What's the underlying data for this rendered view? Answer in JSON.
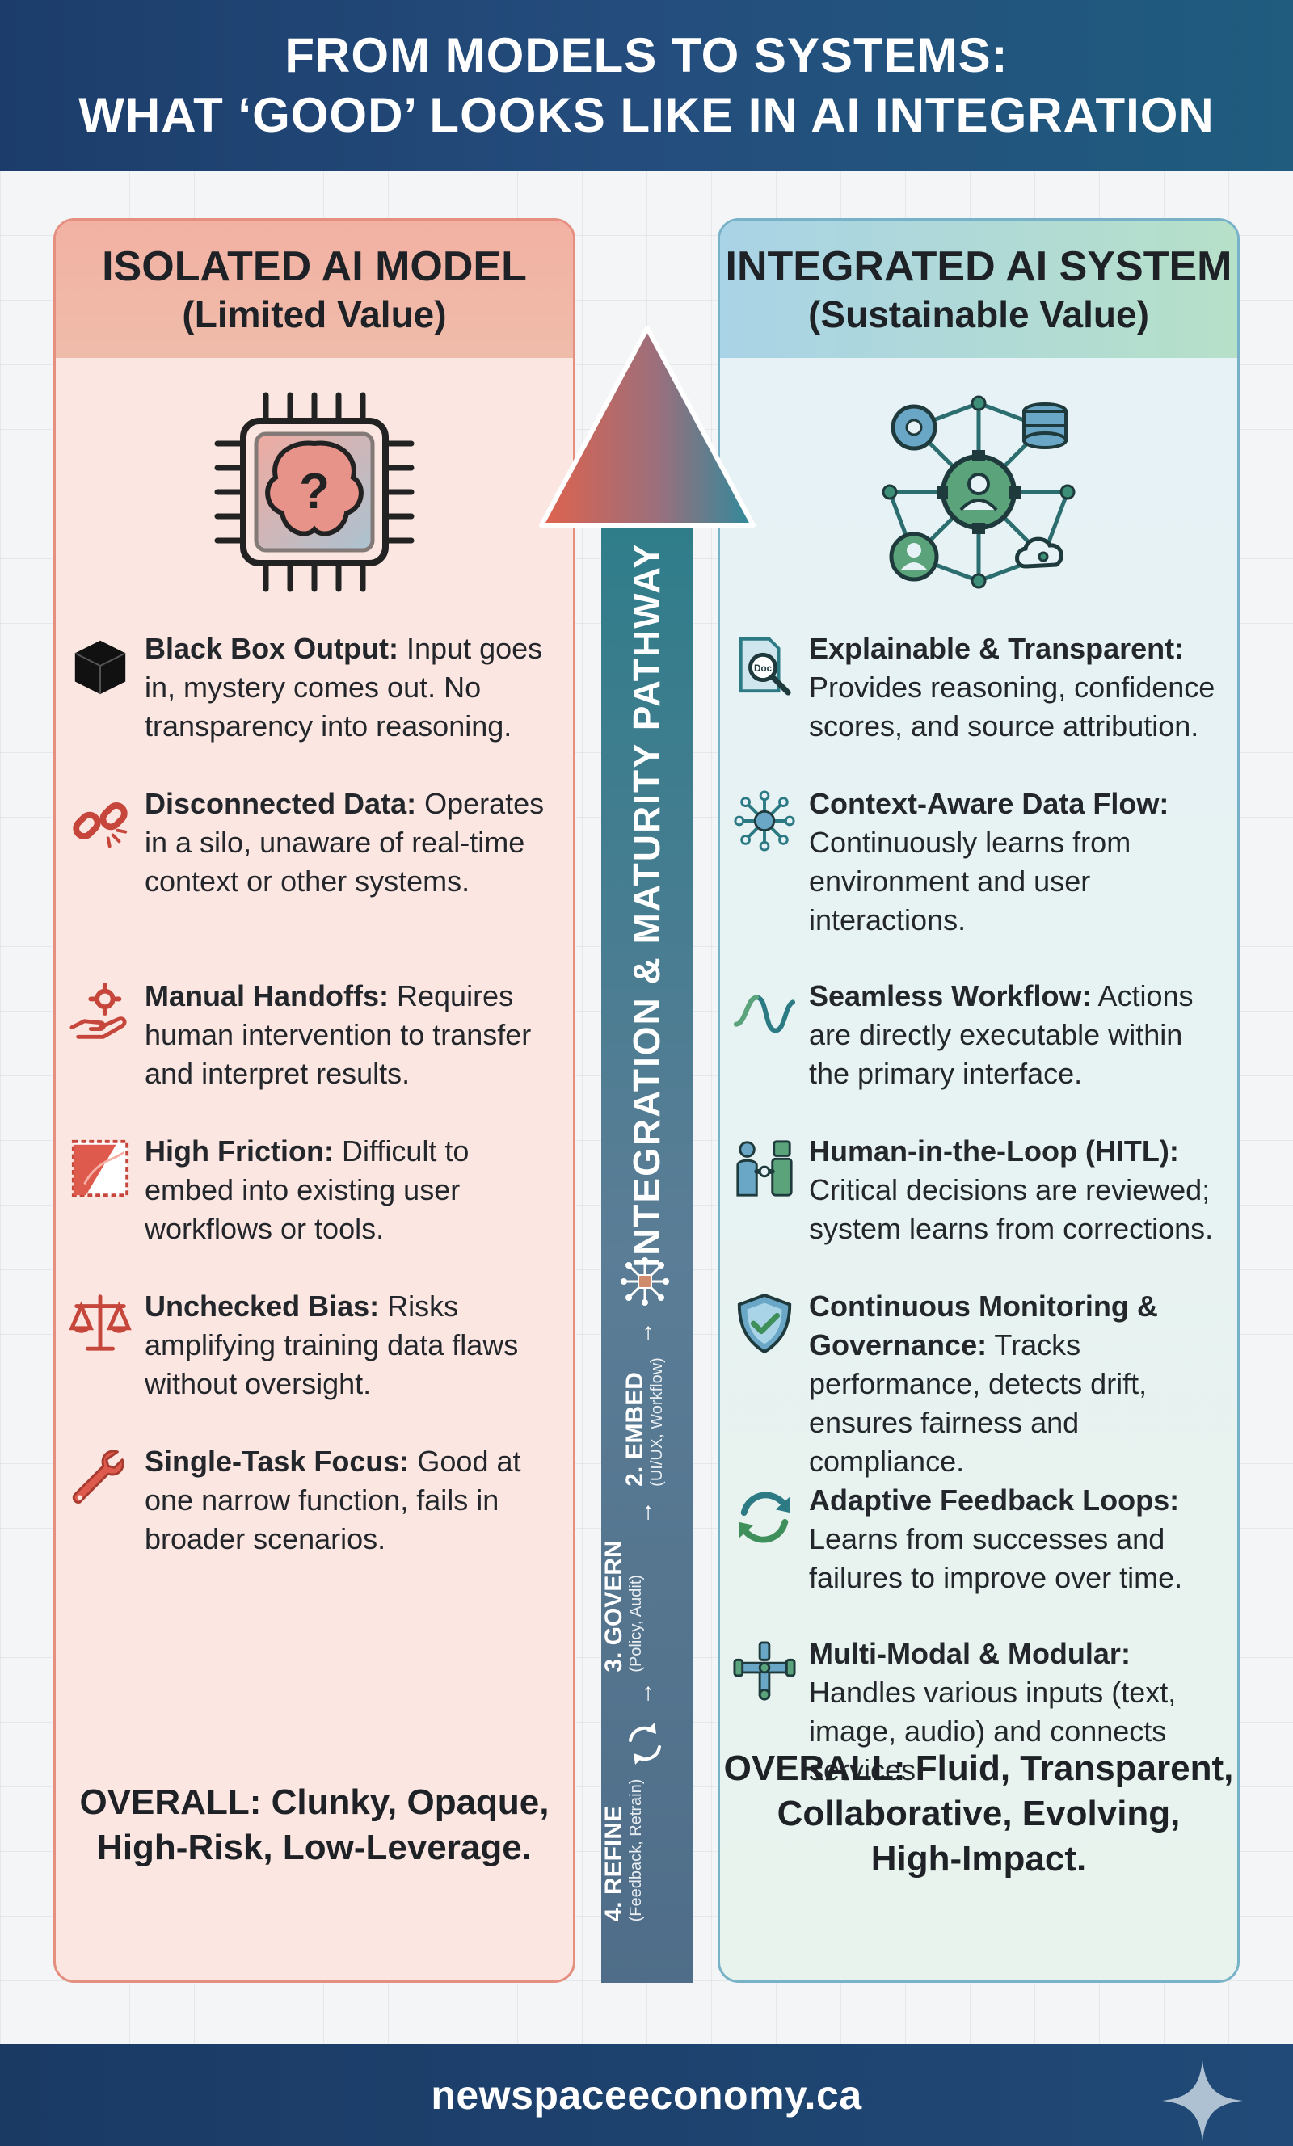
{
  "header": {
    "line1": "FROM MODELS TO SYSTEMS:",
    "line2": "WHAT ‘GOOD’ LOOKS LIKE IN AI INTEGRATION"
  },
  "left": {
    "title": "ISOLATED AI MODEL",
    "subtitle": "(Limited Value)",
    "hero_icon": "chip-brain-question-icon",
    "items": [
      {
        "icon": "black-box-icon",
        "title": "Black Box Output:",
        "text": " Input goes in, mystery comes out. No transparency into reasoning."
      },
      {
        "icon": "broken-link-icon",
        "title": "Disconnected Data:",
        "text": " Operates in a silo, unaware of real-time context or other systems."
      },
      {
        "icon": "hand-gear-icon",
        "title": "Manual Handoffs:",
        "text": " Requires human intervention to transfer and interpret results."
      },
      {
        "icon": "friction-pattern-icon",
        "title": "High Friction:",
        "text": " Difficult to embed into existing user workflows or tools."
      },
      {
        "icon": "scales-icon",
        "title": "Unchecked Bias:",
        "text": " Risks amplifying training data flaws without oversight."
      },
      {
        "icon": "wrench-icon",
        "title": "Single-Task Focus:",
        "text": " Good at one narrow function, fails in broader scenarios."
      }
    ],
    "overall_line1": "OVERALL: Clunky, Opaque,",
    "overall_line2": "High-Risk, Low-Leverage."
  },
  "right": {
    "title": "INTEGRATED AI SYSTEM",
    "subtitle": "(Sustainable Value)",
    "hero_icon": "connected-system-network-icon",
    "items": [
      {
        "icon": "document-magnifier-icon",
        "title": "Explainable & Transparent:",
        "text": " Provides reasoning, confidence scores, and source attribution."
      },
      {
        "icon": "network-node-icon",
        "title": "Context-Aware Data Flow:",
        "text": " Continuously learns from environment and user interactions."
      },
      {
        "icon": "wave-flow-icon",
        "title": "Seamless Workflow:",
        "text": " Actions are directly executable within the primary interface."
      },
      {
        "icon": "human-robot-handshake-icon",
        "title": "Human-in-the-Loop (HITL):",
        "text": " Critical decisions are reviewed; system learns from corrections."
      },
      {
        "icon": "shield-check-icon",
        "title": "Continuous Monitoring & Governance:",
        "text": " Tracks performance, detects drift, ensures fairness and compliance."
      },
      {
        "icon": "refresh-cycle-icon",
        "title": "Adaptive Feedback Loops:",
        "text": " Learns from successes and failures to improve over time."
      },
      {
        "icon": "modular-connector-icon",
        "title": "Multi-Modal & Modular:",
        "text": " Handles various inputs (text, image, audio) and connects services."
      }
    ],
    "overall_line1": "OVERALL: Fluid, Transparent,",
    "overall_line2": "Collaborative, Evolving,",
    "overall_line3": "High-Impact."
  },
  "pathway": {
    "label": "INTEGRATION & MATURITY PATHWAY",
    "steps": [
      {
        "title": "4. REFINE",
        "sub": "(Feedback, Retrain)"
      },
      {
        "title": "3. GOVERN",
        "sub": "(Policy, Audit)"
      },
      {
        "title": "2. EMBED",
        "sub": "(UI/UX, Workflow)"
      }
    ],
    "arrow_glyph": "→"
  },
  "footer": {
    "url": "newspaceeconomy.ca"
  },
  "colors": {
    "header_bg": "#1c3d6b",
    "left_accent": "#e48f80",
    "right_accent": "#78b2c8",
    "icon_red": "#c6463b",
    "icon_teal": "#2c7a84"
  }
}
